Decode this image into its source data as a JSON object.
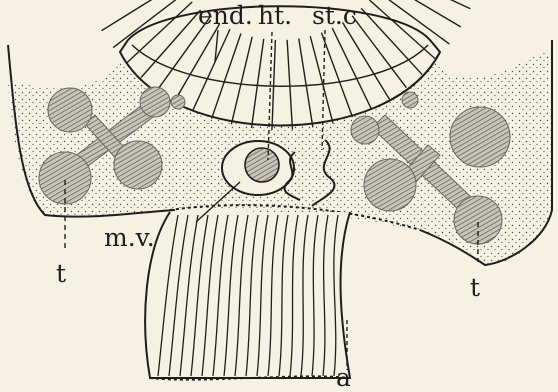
{
  "figure": {
    "background": "#f6f2e3",
    "ink": "#1e1e1e",
    "labels": {
      "end": "end.",
      "ht": "ht.",
      "stc": "st.c",
      "mv": "m.v.",
      "t_left": "t",
      "t_right": "t",
      "a": "a"
    }
  }
}
